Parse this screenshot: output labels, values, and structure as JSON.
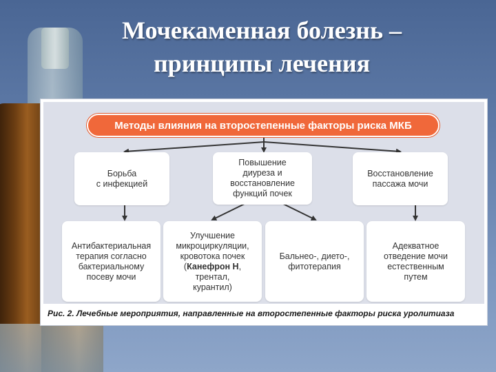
{
  "title": {
    "line1": "Мочекаменная болезнь –",
    "line2": "принципы лечения"
  },
  "diagram": {
    "header": "Методы влияния на второстепенные факторы риска МКБ",
    "level1": [
      "Борьба\nс инфекцией",
      "Повышение\nдиуреза и\nвосстановление\nфункций почек",
      "Восстановление\nпассажа мочи"
    ],
    "level2": {
      "antibacterial": "Антибактериальная\nтерапия согласно\nбактериальному\nпосеву мочи",
      "microcirculation": {
        "lines_before": "Улучшение\nмикроциркуляции,\nкровотока почек",
        "drug_open": "(",
        "drug_bold": "Канефрон Н",
        "drug_close": ",",
        "lines_after": "трентал,\nкурантил)"
      },
      "therapy": "Бальнео-, дието-,\nфитотерапия",
      "drainage": "Адекватное\nотведение мочи\nестественным\nпутем"
    },
    "caption": "Рис. 2. Лечебные мероприятия, направленные на второстепенные факторы риска уролитиаза"
  },
  "colors": {
    "header_fill": "#f0683a",
    "background_top": "#4a6694",
    "diagram_panel": "#dcdfe9"
  }
}
